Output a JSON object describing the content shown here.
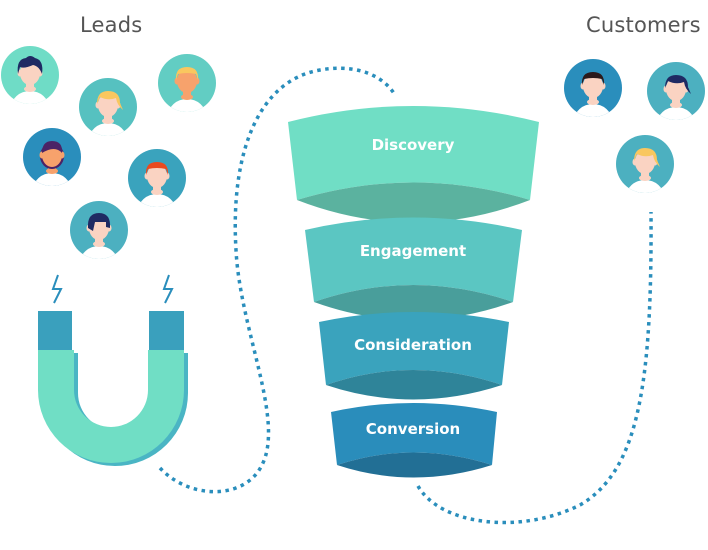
{
  "titles": {
    "leads": "Leads",
    "customers": "Customers"
  },
  "funnel": {
    "stages": [
      {
        "label": "Discovery",
        "color": "#70dec5",
        "shade": "#5bb29f"
      },
      {
        "label": "Engagement",
        "color": "#5bc6c2",
        "shade": "#499e9b"
      },
      {
        "label": "Consideration",
        "color": "#3aa3bd",
        "shade": "#2f8499"
      },
      {
        "label": "Conversion",
        "color": "#2a8dbb",
        "shade": "#226f95"
      }
    ]
  },
  "leads": [
    {
      "name": "lead-1",
      "bg": "#6fdcc6",
      "hair": "#1f2a63",
      "skin": "#fad3c2",
      "style": "curly"
    },
    {
      "name": "lead-2",
      "bg": "#56c1c0",
      "hair": "#f9c75f",
      "skin": "#fad3c2",
      "style": "side"
    },
    {
      "name": "lead-3",
      "bg": "#62cdc3",
      "hair": "#f9c75f",
      "skin": "#f7a26c",
      "style": "short"
    },
    {
      "name": "lead-4",
      "bg": "#2a8ebc",
      "hair": "#4b2366",
      "skin": "#f7a26c",
      "style": "long"
    },
    {
      "name": "lead-5",
      "bg": "#3aa3bd",
      "hair": "#ea4a1f",
      "skin": "#fad3c2",
      "style": "short"
    },
    {
      "name": "lead-6",
      "bg": "#4cb0c0",
      "hair": "#1f2a63",
      "skin": "#fad3c2",
      "style": "bangs"
    }
  ],
  "customers": [
    {
      "name": "customer-1",
      "bg": "#2a8ebc",
      "hair": "#2b1a1c",
      "skin": "#fad3c2",
      "style": "short"
    },
    {
      "name": "customer-2",
      "bg": "#4cb0c0",
      "hair": "#1f2a63",
      "skin": "#fad3c2",
      "style": "side"
    },
    {
      "name": "customer-3",
      "bg": "#4cb0c0",
      "hair": "#f9c75f",
      "skin": "#fad3c2",
      "style": "side"
    }
  ],
  "magnet": {
    "body_color": "#70dec5",
    "pole_color": "#3aa0bd",
    "edge_color": "#4ab5c4",
    "spark_color": "#2a8ebc"
  },
  "path_color": "#2a8ebc"
}
